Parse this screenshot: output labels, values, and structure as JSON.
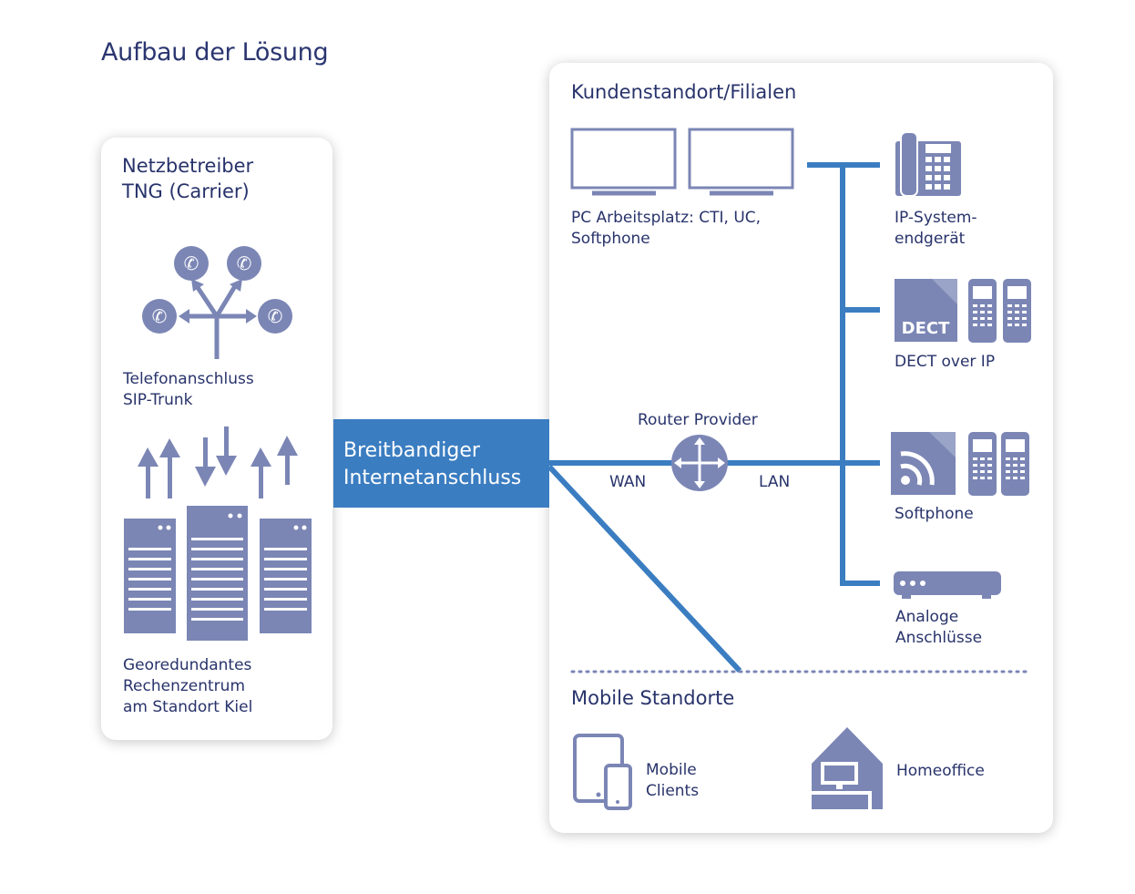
{
  "title": "Aufbau der Lösung",
  "carrier": {
    "heading": "Netzbetreiber\nTNG (Carrier)",
    "phone_label": "Telefonanschluss\nSIP-Trunk",
    "datacenter_label": "Georedundantes\nRechenzentrum\nam Standort Kiel"
  },
  "internet": {
    "label": "Breitbandiger\nInternetanschluss"
  },
  "customer": {
    "heading": "Kundenstandort/Filialen",
    "pc_label": "PC Arbeitsplatz: CTI, UC,\nSoftphone",
    "router_label": "Router Provider",
    "wan_label": "WAN",
    "lan_label": "LAN",
    "ip_phone_label": "IP-System-\nendgerät",
    "dect_badge": "DECT",
    "dect_label": "DECT over IP",
    "softphone_label": "Softphone",
    "analog_label": "Analoge\nAnschlüsse"
  },
  "mobile": {
    "heading": "Mobile Standorte",
    "clients_label": "Mobile\nClients",
    "homeoffice_label": "Homeoffice"
  },
  "colors": {
    "icon": "#7b86b5",
    "line": "#3b7dc1",
    "text": "#28336b"
  }
}
